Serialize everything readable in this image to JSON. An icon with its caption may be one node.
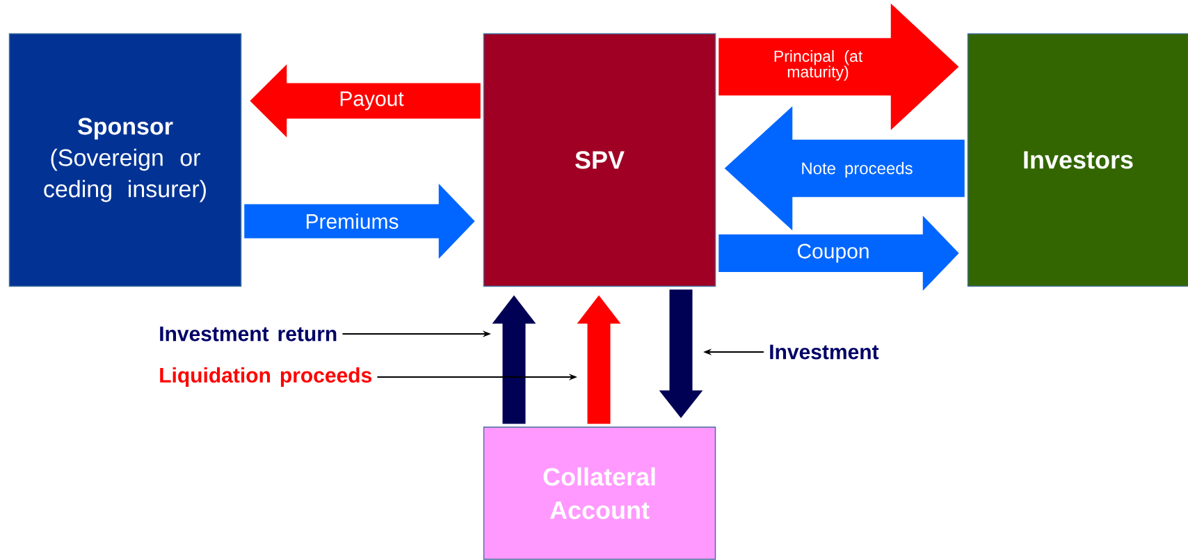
{
  "diagram": {
    "nodes": [
      {
        "text": [
          "Sponsor",
          "(Sovereign or ceding insurer)"
        ]
      },
      {
        "text": [
          "SPV"
        ]
      },
      {
        "text": [
          "Investors"
        ]
      },
      {
        "text": [
          "Investment return"
        ]
      },
      {
        "text": [
          "Investment"
        ]
      },
      {
        "text": [
          "Liquidation proceeds"
        ]
      },
      {
        "text": [
          "Collateral Account"
        ]
      }
    ],
    "edges": [
      {
        "from": 1,
        "to": 0,
        "arrow": "to",
        "label": "Payout",
        "color": "#ff0000"
      },
      {
        "from": 0,
        "to": 1,
        "arrow": "to",
        "label": "Premiums",
        "color": "#0066ff"
      },
      {
        "from": 1,
        "to": 2,
        "arrow": "to",
        "label": "Principal (at maturity)",
        "style": "thick",
        "color": "#ff0000"
      },
      {
        "from": 2,
        "to": 1,
        "arrow": "to",
        "label": "Note proceeds",
        "style": "thick",
        "color": "#0066ff"
      },
      {
        "from": 1,
        "to": 2,
        "arrow": "to",
        "label": "Coupon",
        "color": "#0066ff"
      },
      {
        "from": 6,
        "to": 1,
        "arrow": "to",
        "color": "#000055"
      },
      {
        "from": 6,
        "to": 1,
        "arrow": "to",
        "color": "#ff0000"
      },
      {
        "from": 1,
        "to": 6,
        "arrow": "to",
        "color": "#000055"
      },
      {
        "from": 3,
        "to": null,
        "arrow": "to",
        "color": "#000000"
      },
      {
        "from": 5,
        "to": null,
        "arrow": "to",
        "color": "#000000"
      },
      {
        "from": 4,
        "to": null,
        "arrow": "to",
        "color": "#000000"
      }
    ]
  }
}
